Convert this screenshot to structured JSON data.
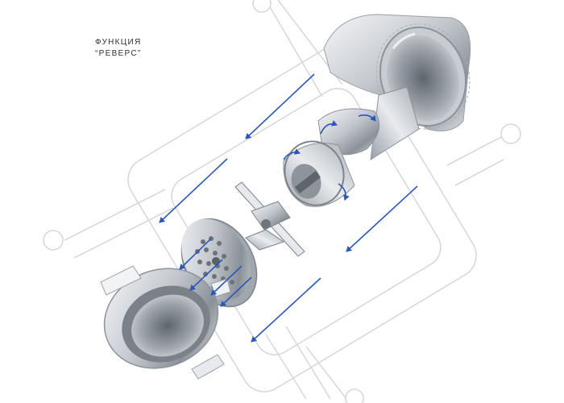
{
  "caption": {
    "line1": "ФУНКЦИЯ",
    "line2": "“РЕВЕРС”"
  },
  "colors": {
    "background": "#ffffff",
    "diagram_lines": "#d6d9dd",
    "arrows": "#2a57b8",
    "metal_light": "#eceef1",
    "metal_mid": "#b9bec5",
    "metal_dark": "#6f757d",
    "caption_text": "#2c3138"
  },
  "icons": [
    "tilted-square-diagram",
    "circle-node",
    "flow-arrow",
    "locking-ring",
    "perforated-grinding-plate",
    "cross-blade",
    "auger-screw",
    "housing-cylinder"
  ]
}
